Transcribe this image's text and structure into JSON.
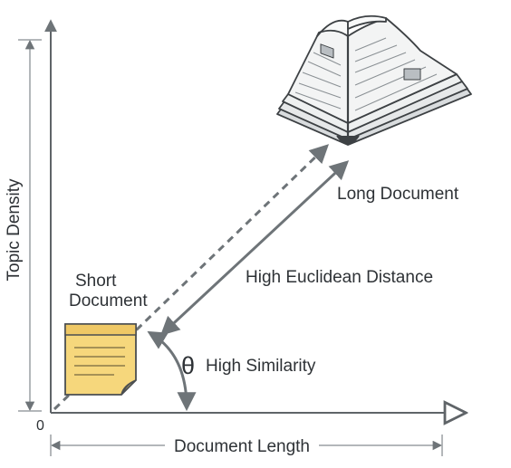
{
  "labels": {
    "long_document": "Long Document",
    "short_document_line1": "Short",
    "short_document_line2": "Document",
    "euclidean_distance": "High Euclidean Distance",
    "theta": "θ",
    "similarity": "High Similarity",
    "origin": "0",
    "x_axis": "Document Length",
    "y_axis": "Topic Density"
  },
  "colors": {
    "axis": "#5f6468",
    "arrow": "#6e7478",
    "note_fill": "#f6d77c",
    "note_dark": "#e3b84e",
    "book_page": "#f3f4f4",
    "book_outline": "#3d4144"
  },
  "icons": {
    "short_document": "sticky-note-icon",
    "long_document": "open-book-icon"
  }
}
